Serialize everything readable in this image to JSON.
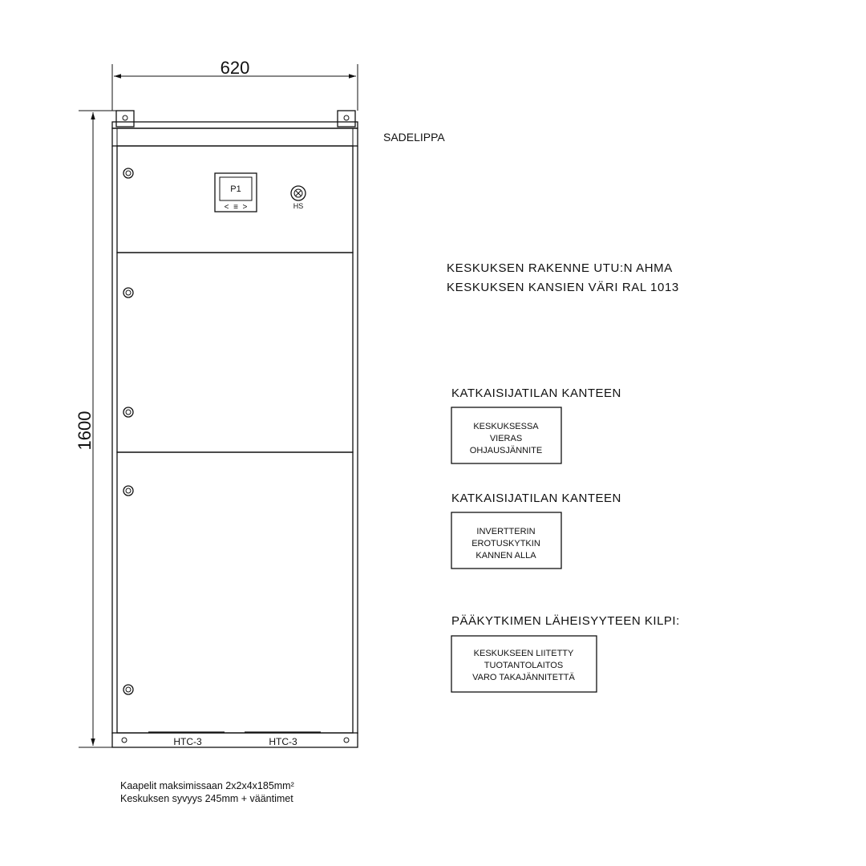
{
  "dimensions": {
    "width_label": "620",
    "height_label": "1600"
  },
  "cabinet": {
    "rain_flap_label": "SADELIPPA",
    "display_label": "P1",
    "display_buttons": "<  ≡  >",
    "switch_label": "HS",
    "bottom_left_label": "HTC-3",
    "bottom_right_label": "HTC-3"
  },
  "notes": {
    "line1": "KESKUKSEN RAKENNE UTU:N AHMA",
    "line2": "KESKUKSEN KANSIEN VÄRI RAL 1013"
  },
  "signs": [
    {
      "heading": "KATKAISIJATILAN KANTEEN",
      "lines": [
        "KESKUKSESSA",
        "VIERAS",
        "OHJAUSJÄNNITE"
      ]
    },
    {
      "heading": "KATKAISIJATILAN KANTEEN",
      "lines": [
        "INVERTTERIN",
        "EROTUSKYTKIN",
        "KANNEN ALLA"
      ]
    },
    {
      "heading": "PÄÄKYTKIMEN LÄHEISYYTEEN KILPI:",
      "lines": [
        "KESKUKSEEN LIITETTY",
        "TUOTANTOLAITOS",
        "VARO TAKAJÄNNITETTÄ"
      ]
    }
  ],
  "footer": {
    "line1": "Kaapelit maksimissaan 2x2x4x185mm²",
    "line2": "Keskuksen syvyys 245mm + vääntimet"
  }
}
